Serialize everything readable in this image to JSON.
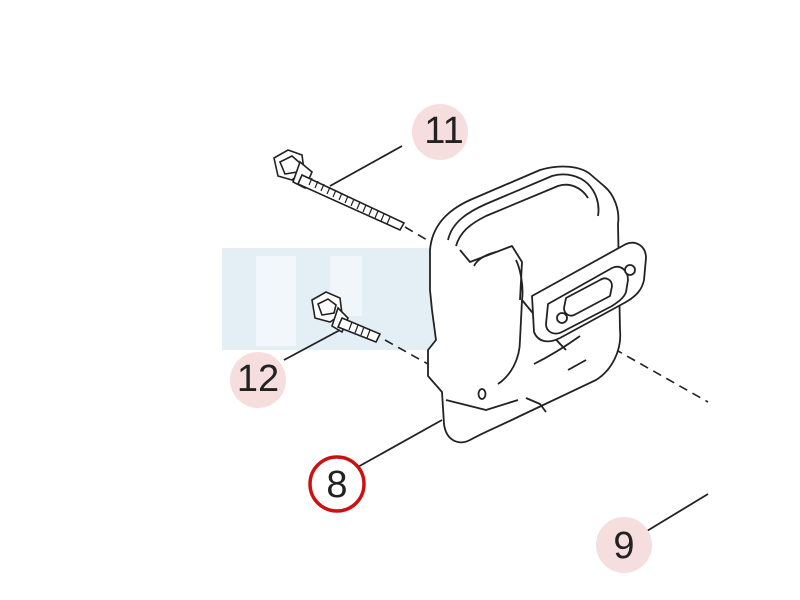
{
  "diagram": {
    "callouts": [
      {
        "id": "11",
        "label": "11",
        "part": "long-bolt"
      },
      {
        "id": "12",
        "label": "12",
        "part": "short-bolt"
      },
      {
        "id": "8",
        "label": "8",
        "part": "muffler",
        "highlighted": true
      },
      {
        "id": "9",
        "label": "9",
        "part": "off-page-part"
      }
    ]
  },
  "colors": {
    "line": "#222222",
    "callout_bubble": "#f7dede",
    "highlight_ring": "#cc1111",
    "watermark": "#e3eef5"
  }
}
